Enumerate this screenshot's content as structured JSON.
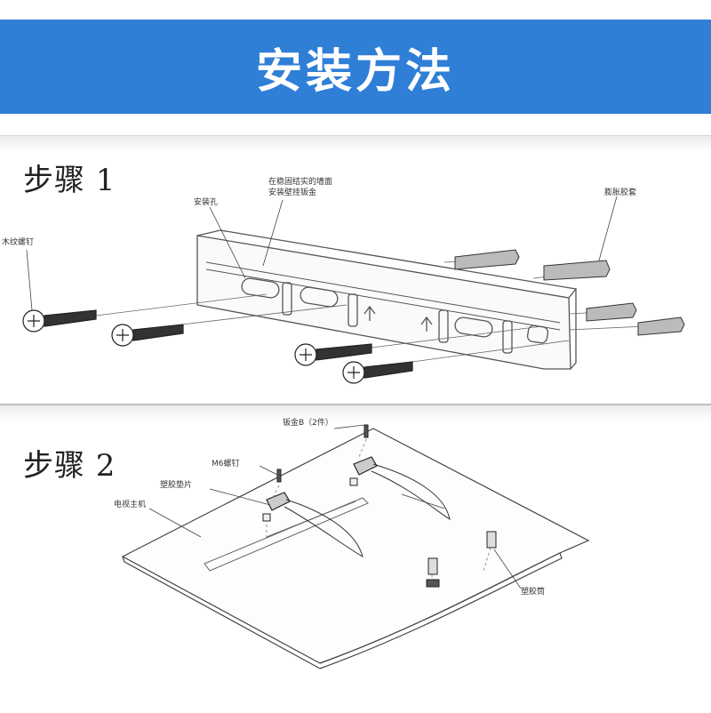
{
  "banner": {
    "title": "安装方法"
  },
  "step1": {
    "title": "步骤 1",
    "labels": {
      "wall": [
        "在稳固结实的墙面",
        "安装壁挂钣金"
      ],
      "hole": "安装孔",
      "anchor": "膨胀胶套",
      "screw": "木纹螺钉"
    }
  },
  "step2": {
    "title": "步骤 2",
    "labels": {
      "bracket": "钣金B（2件）",
      "m6": "M6螺钉",
      "pad": "塑胶垫片",
      "tv": "电视主机",
      "tube": "塑胶筒"
    }
  },
  "colors": {
    "banner": "#2f7fd7",
    "line": "#444444"
  }
}
